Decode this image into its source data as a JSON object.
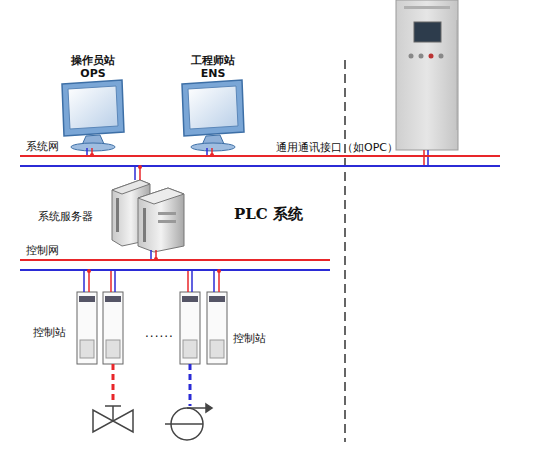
{
  "diagram": {
    "nodes": [
      {
        "text": [
          "操作员站 OPS"
        ]
      },
      {
        "text": [
          "工程师站 ENS"
        ]
      },
      {
        "text": [
          "系统网"
        ]
      },
      {
        "text": [
          "系统服务器"
        ]
      },
      {
        "text": [
          "控制网"
        ]
      },
      {
        "text": [
          "控制站"
        ]
      },
      {
        "text": [
          "控制站"
        ]
      }
    ],
    "edges": [
      {
        "from": 0,
        "to": 2,
        "arrow": "none"
      },
      {
        "from": 1,
        "to": 2,
        "arrow": "none"
      },
      {
        "from": 3,
        "to": 2,
        "arrow": "none"
      },
      {
        "from": 3,
        "to": 4,
        "arrow": "none"
      },
      {
        "from": 5,
        "to": 4,
        "arrow": "none"
      },
      {
        "from": 6,
        "to": 4,
        "arrow": "none"
      }
    ],
    "labels": [
      "通用通讯接口（如OPC）",
      "PLC 系统",
      "......"
    ]
  }
}
